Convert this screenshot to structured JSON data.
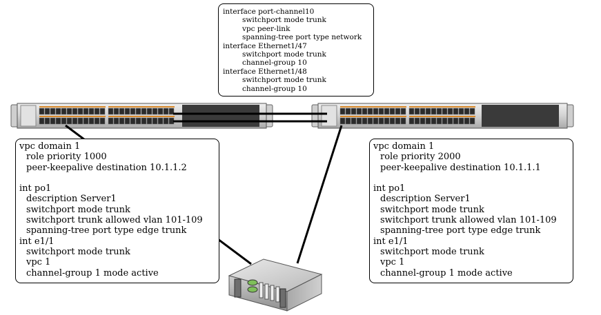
{
  "top_config": {
    "lines": [
      {
        "text": "interface port-channel10",
        "indent": 0
      },
      {
        "text": "switchport mode trunk",
        "indent": 1
      },
      {
        "text": "vpc peer-link",
        "indent": 1
      },
      {
        "text": "spanning-tree port type network",
        "indent": 1
      },
      {
        "text": "interface Ethernet1/47",
        "indent": 0
      },
      {
        "text": "switchport mode trunk",
        "indent": 1
      },
      {
        "text": "channel-group 10",
        "indent": 1
      },
      {
        "text": "interface Ethernet1/48",
        "indent": 0
      },
      {
        "text": "switchport mode trunk",
        "indent": 1
      },
      {
        "text": "channel-group 10",
        "indent": 1
      }
    ]
  },
  "left_config": {
    "lines": [
      {
        "text": "vpc domain 1",
        "indent": 0
      },
      {
        "text": "role priority 1000",
        "indent": 1
      },
      {
        "text": "peer-keepalive destination 10.1.1.2",
        "indent": 1
      },
      {
        "text": "",
        "indent": 0
      },
      {
        "text": "int po1",
        "indent": 0
      },
      {
        "text": "description Server1",
        "indent": 1
      },
      {
        "text": "switchport mode trunk",
        "indent": 1
      },
      {
        "text": "switchport trunk allowed vlan 101-109",
        "indent": 1
      },
      {
        "text": "spanning-tree port type edge trunk",
        "indent": 1
      },
      {
        "text": "int e1/1",
        "indent": 0
      },
      {
        "text": "switchport mode trunk",
        "indent": 1
      },
      {
        "text": "vpc 1",
        "indent": 1
      },
      {
        "text": "channel-group 1 mode active",
        "indent": 1
      }
    ]
  },
  "right_config": {
    "lines": [
      {
        "text": "vpc domain 1",
        "indent": 0
      },
      {
        "text": "role priority 2000",
        "indent": 1
      },
      {
        "text": "peer-keepalive destination 10.1.1.1",
        "indent": 1
      },
      {
        "text": "",
        "indent": 0
      },
      {
        "text": "int po1",
        "indent": 0
      },
      {
        "text": "description Server1",
        "indent": 1
      },
      {
        "text": "switchport mode trunk",
        "indent": 1
      },
      {
        "text": "switchport trunk allowed vlan 101-109",
        "indent": 1
      },
      {
        "text": "spanning-tree port type edge trunk",
        "indent": 1
      },
      {
        "text": "int e1/1",
        "indent": 0
      },
      {
        "text": "switchport mode trunk",
        "indent": 1
      },
      {
        "text": "vpc 1",
        "indent": 1
      },
      {
        "text": "channel-group 1 mode active",
        "indent": 1
      }
    ]
  },
  "icons": {
    "left_switch": "network-switch-icon",
    "right_switch": "network-switch-icon",
    "server": "rack-server-icon"
  },
  "colors": {
    "port_accent": "#d98a2b",
    "chassis": "#d6d6d6",
    "cable": "#000000"
  }
}
